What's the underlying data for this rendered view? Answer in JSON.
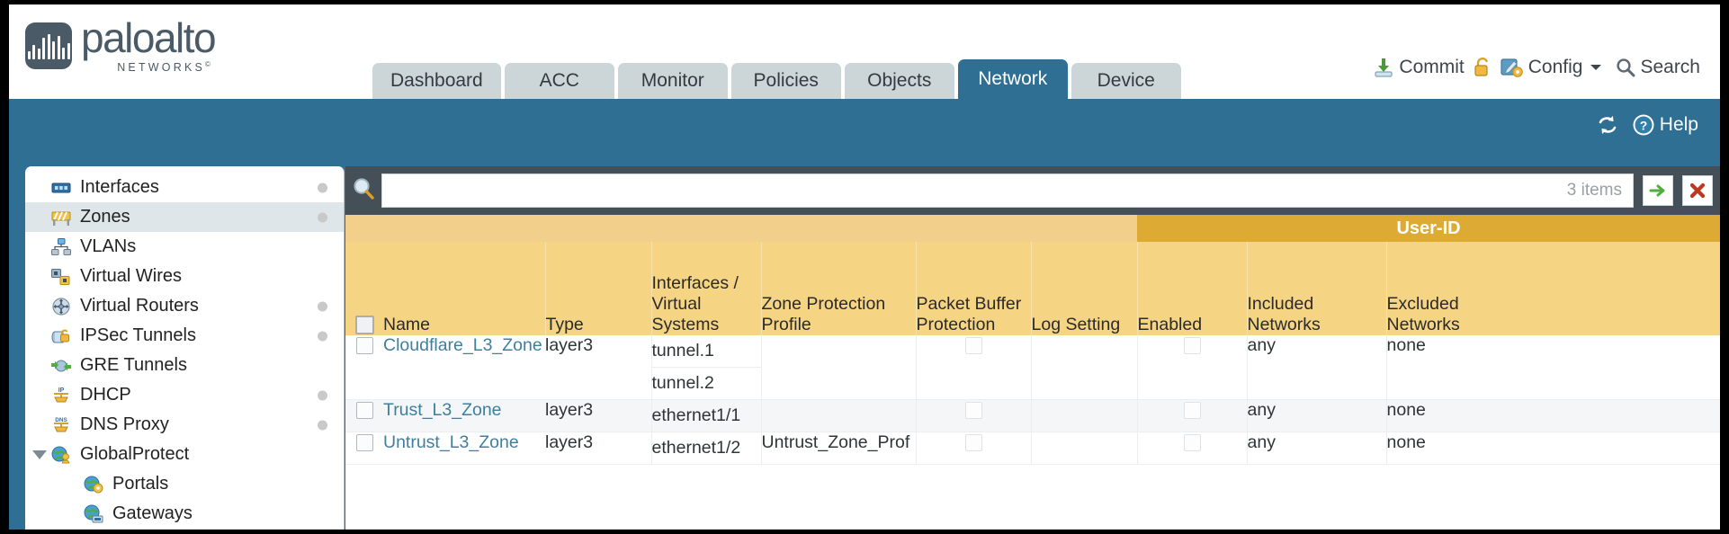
{
  "brand": {
    "name": "paloalto",
    "sub": "NETWORKS",
    "mark": "paloalto-logo-icon"
  },
  "nav": {
    "tabs": [
      {
        "label": "Dashboard",
        "active": false
      },
      {
        "label": "ACC",
        "active": false
      },
      {
        "label": "Monitor",
        "active": false
      },
      {
        "label": "Policies",
        "active": false
      },
      {
        "label": "Objects",
        "active": false
      },
      {
        "label": "Network",
        "active": true
      },
      {
        "label": "Device",
        "active": false
      }
    ]
  },
  "top_actions": {
    "commit": "Commit",
    "config": "Config",
    "search": "Search",
    "lock_icon": "padlock-icon",
    "commit_icon": "commit-icon",
    "config_icon": "config-wrench-icon",
    "search_icon": "magnifier-icon",
    "caret_icon": "chevron-down-icon"
  },
  "subband": {
    "refresh_icon": "refresh-icon",
    "help_label": "Help",
    "help_icon": "help-question-icon"
  },
  "sidebar": {
    "items": [
      {
        "label": "Interfaces",
        "icon": "interfaces-icon",
        "selected": false,
        "dot": true,
        "child": false,
        "caret": false
      },
      {
        "label": "Zones",
        "icon": "zones-icon",
        "selected": true,
        "dot": true,
        "child": false,
        "caret": false
      },
      {
        "label": "VLANs",
        "icon": "vlans-icon",
        "selected": false,
        "dot": false,
        "child": false,
        "caret": false
      },
      {
        "label": "Virtual Wires",
        "icon": "virtual-wires-icon",
        "selected": false,
        "dot": false,
        "child": false,
        "caret": false
      },
      {
        "label": "Virtual Routers",
        "icon": "virtual-routers-icon",
        "selected": false,
        "dot": true,
        "child": false,
        "caret": false
      },
      {
        "label": "IPSec Tunnels",
        "icon": "ipsec-tunnels-icon",
        "selected": false,
        "dot": true,
        "child": false,
        "caret": false
      },
      {
        "label": "GRE Tunnels",
        "icon": "gre-tunnels-icon",
        "selected": false,
        "dot": false,
        "child": false,
        "caret": false
      },
      {
        "label": "DHCP",
        "icon": "dhcp-icon",
        "selected": false,
        "dot": true,
        "child": false,
        "caret": false
      },
      {
        "label": "DNS Proxy",
        "icon": "dns-proxy-icon",
        "selected": false,
        "dot": true,
        "child": false,
        "caret": false
      },
      {
        "label": "GlobalProtect",
        "icon": "globalprotect-icon",
        "selected": false,
        "dot": false,
        "child": false,
        "caret": true
      },
      {
        "label": "Portals",
        "icon": "portals-icon",
        "selected": false,
        "dot": false,
        "child": true,
        "caret": false
      },
      {
        "label": "Gateways",
        "icon": "gateways-icon",
        "selected": false,
        "dot": false,
        "child": true,
        "caret": false
      }
    ]
  },
  "search": {
    "value": "",
    "placeholder": "",
    "item_count": "3 items",
    "apply_icon": "apply-arrow-icon",
    "clear_icon": "clear-x-icon",
    "magnifier_icon": "magnifier-icon"
  },
  "table": {
    "group_header": {
      "label": "User-ID",
      "span_start": 7,
      "span_cols": 3
    },
    "columns": [
      {
        "key": "check",
        "label": ""
      },
      {
        "key": "name",
        "label": "Name"
      },
      {
        "key": "type",
        "label": "Type"
      },
      {
        "key": "interfaces",
        "label": "Interfaces /\nVirtual\nSystems",
        "lines": [
          "Interfaces /",
          "Virtual",
          "Systems"
        ]
      },
      {
        "key": "zone_protection",
        "label": "Zone Protection\nProfile",
        "lines": [
          "Zone Protection",
          "Profile"
        ]
      },
      {
        "key": "packet_buffer",
        "label": "Packet Buffer\nProtection",
        "lines": [
          "Packet Buffer",
          "Protection"
        ]
      },
      {
        "key": "log_setting",
        "label": "Log Setting",
        "lines": [
          "Log Setting"
        ]
      },
      {
        "key": "enabled",
        "label": "Enabled",
        "lines": [
          "Enabled"
        ]
      },
      {
        "key": "included",
        "label": "Included\nNetworks",
        "lines": [
          "Included",
          "Networks"
        ]
      },
      {
        "key": "excluded",
        "label": "Excluded\nNetworks",
        "lines": [
          "Excluded",
          "Networks"
        ]
      }
    ],
    "rows": [
      {
        "checked": false,
        "name": "Cloudflare_L3_Zone",
        "type": "layer3",
        "interfaces": [
          "tunnel.1",
          "tunnel.2"
        ],
        "zone_protection": "",
        "packet_buffer_checked": false,
        "log_setting": "",
        "userid_enabled_checked": false,
        "included_networks": "any",
        "excluded_networks": "none"
      },
      {
        "checked": false,
        "name": "Trust_L3_Zone",
        "type": "layer3",
        "interfaces": [
          "ethernet1/1"
        ],
        "zone_protection": "",
        "packet_buffer_checked": false,
        "log_setting": "",
        "userid_enabled_checked": false,
        "included_networks": "any",
        "excluded_networks": "none"
      },
      {
        "checked": false,
        "name": "Untrust_L3_Zone",
        "type": "layer3",
        "interfaces": [
          "ethernet1/2"
        ],
        "zone_protection": "Untrust_Zone_Prof",
        "packet_buffer_checked": false,
        "log_setting": "",
        "userid_enabled_checked": false,
        "included_networks": "any",
        "excluded_networks": "none"
      }
    ]
  },
  "colors": {
    "brand_blue": "#2e6f93",
    "header_yellow": "#f5d484",
    "group_yellow": "#ddaa33",
    "tab_inactive": "#ccd6d9",
    "content_slate": "#454f57",
    "link_blue": "#3f7f9e"
  }
}
